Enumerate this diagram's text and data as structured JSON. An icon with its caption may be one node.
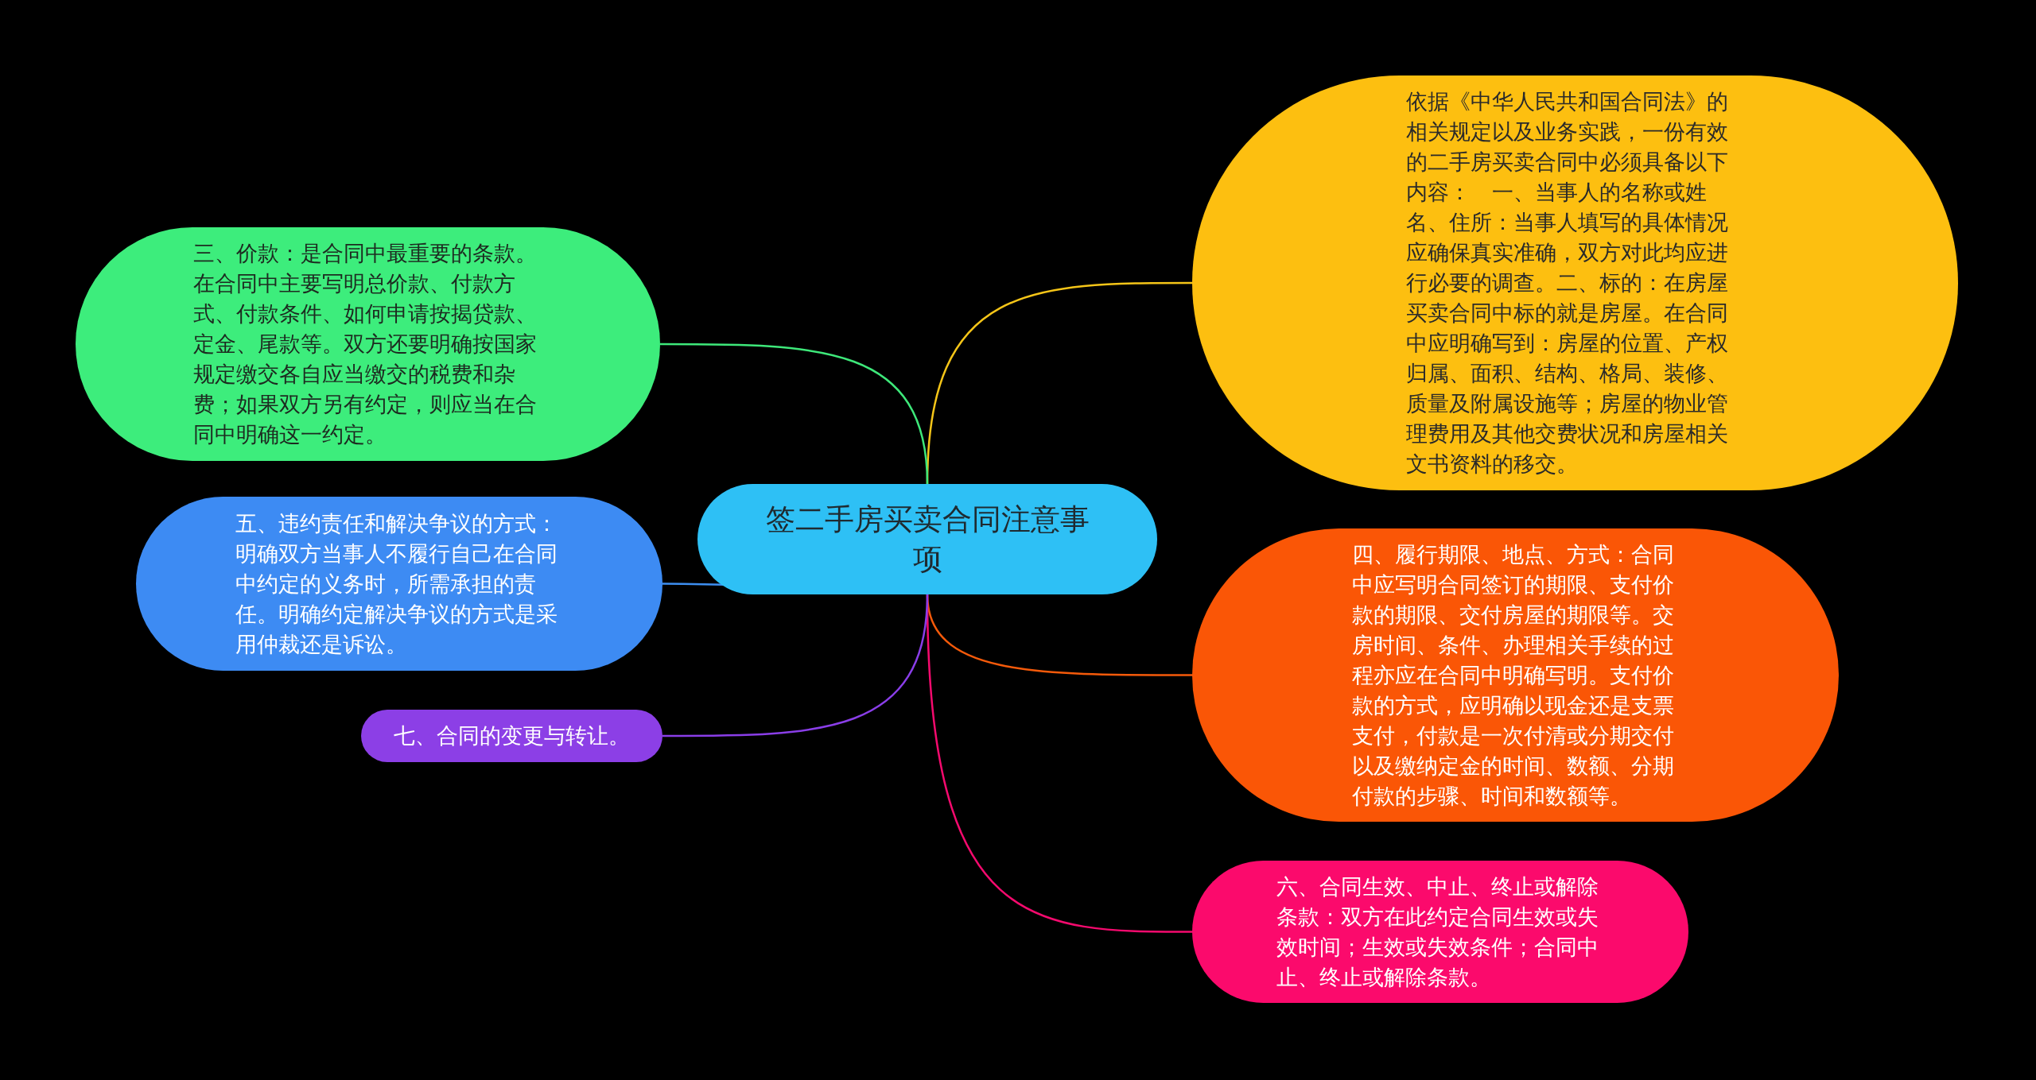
{
  "diagram": {
    "nodes": [
      {
        "text": [
          "签二手房买卖合同注意事项"
        ]
      },
      {
        "text": [
          "依据《中华人民共和国合同法》的相关规定以及业务实践，一份有效的二手房买卖合同中必须具备以下内容：　一、当事人的名称或姓名、住所：当事人填写的具体情况应确保真实准确，双方对此均应进行必要的调查。二、标的：在房屋买卖合同中标的就是房屋。在合同中应明确写到：房屋的位置、产权归属、面积、结构、格局、装修、质量及附属设施等；房屋的物业管理费用及其他交费状况和房屋相关文书资料的移交。"
        ]
      },
      {
        "text": [
          "三、价款：是合同中最重要的条款。在合同中主要写明总价款、付款方式、付款条件、如何申请按揭贷款、定金、尾款等。双方还要明确按国家规定缴交各自应当缴交的税费和杂费；如果双方另有约定，则应当在合同中明确这一约定。"
        ]
      },
      {
        "text": [
          "四、履行期限、地点、方式：合同中应写明合同签订的期限、支付价款的期限、交付房屋的期限等。交房时间、条件、办理相关手续的过程亦应在合同中明确写明。支付价款的方式，应明确以现金还是支票支付，付款是一次付清或分期交付以及缴纳定金的时间、数额、分期付款的步骤、时间和数额等。"
        ]
      },
      {
        "text": [
          "五、违约责任和解决争议的方式：明确双方当事人不履行自己在合同中约定的义务时，所需承担的责任。明确约定解决争议的方式是采用仲裁还是诉讼。"
        ]
      },
      {
        "text": [
          "六、合同生效、中止、终止或解除条款：双方在此约定合同生效或失效时间；生效或失效条件；合同中止、终止或解除条款。"
        ]
      },
      {
        "text": [
          "七、合同的变更与转让。"
        ]
      }
    ],
    "edges": [
      {
        "from": 0,
        "to": 1,
        "arrow": "none",
        "color": "#f5c518"
      },
      {
        "from": 0,
        "to": 2,
        "arrow": "none",
        "color": "#3ee87a"
      },
      {
        "from": 0,
        "to": 3,
        "arrow": "none",
        "color": "#f55a0a"
      },
      {
        "from": 0,
        "to": 4,
        "arrow": "none",
        "color": "#3d8ef0"
      },
      {
        "from": 0,
        "to": 5,
        "arrow": "none",
        "color": "#f50a6e"
      },
      {
        "from": 0,
        "to": 6,
        "arrow": "none",
        "color": "#8a3ee8"
      }
    ]
  }
}
